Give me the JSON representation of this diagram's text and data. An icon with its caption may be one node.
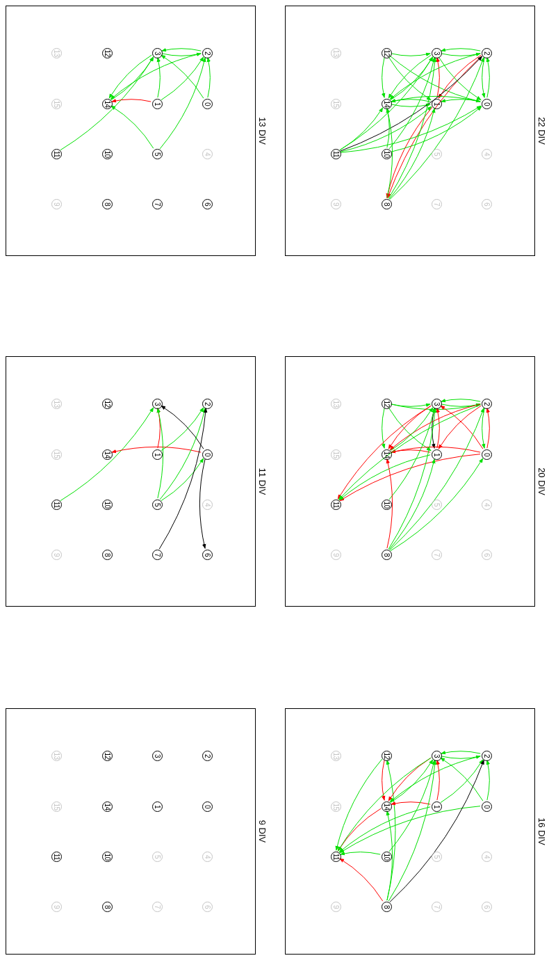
{
  "diagram": {
    "nodes": [
      {
        "text": [
          "13 DIV"
        ]
      },
      {
        "text": [
          "13"
        ],
        "in": 0
      },
      {
        "text": [
          "12"
        ],
        "in": 0
      },
      {
        "text": [
          "3"
        ],
        "in": 0
      },
      {
        "text": [
          "2"
        ],
        "in": 0
      },
      {
        "text": [
          "15"
        ],
        "in": 0
      },
      {
        "text": [
          "14"
        ],
        "in": 0
      },
      {
        "text": [
          "1"
        ],
        "in": 0
      },
      {
        "text": [
          "0"
        ],
        "in": 0
      },
      {
        "text": [
          "11"
        ],
        "in": 0
      },
      {
        "text": [
          "10"
        ],
        "in": 0
      },
      {
        "text": [
          "5"
        ],
        "in": 0
      },
      {
        "text": [
          "4"
        ],
        "in": 0
      },
      {
        "text": [
          "9"
        ],
        "in": 0
      },
      {
        "text": [
          "8"
        ],
        "in": 0
      },
      {
        "text": [
          "7"
        ],
        "in": 0
      },
      {
        "text": [
          "6"
        ],
        "in": 0
      },
      {
        "text": [
          "22 DIV"
        ]
      },
      {
        "text": [
          "13"
        ],
        "in": 17
      },
      {
        "text": [
          "12"
        ],
        "in": 17
      },
      {
        "text": [
          "3"
        ],
        "in": 17
      },
      {
        "text": [
          "2"
        ],
        "in": 17
      },
      {
        "text": [
          "15"
        ],
        "in": 17
      },
      {
        "text": [
          "14"
        ],
        "in": 17
      },
      {
        "text": [
          "1"
        ],
        "in": 17
      },
      {
        "text": [
          "0"
        ],
        "in": 17
      },
      {
        "text": [
          "11"
        ],
        "in": 17
      },
      {
        "text": [
          "10"
        ],
        "in": 17
      },
      {
        "text": [
          "5"
        ],
        "in": 17
      },
      {
        "text": [
          "4"
        ],
        "in": 17
      },
      {
        "text": [
          "9"
        ],
        "in": 17
      },
      {
        "text": [
          "8"
        ],
        "in": 17
      },
      {
        "text": [
          "7"
        ],
        "in": 17
      },
      {
        "text": [
          "6"
        ],
        "in": 17
      },
      {
        "text": [
          "11 DIV"
        ]
      },
      {
        "text": [
          "13"
        ],
        "in": 34
      },
      {
        "text": [
          "12"
        ],
        "in": 34
      },
      {
        "text": [
          "3"
        ],
        "in": 34
      },
      {
        "text": [
          "2"
        ],
        "in": 34
      },
      {
        "text": [
          "15"
        ],
        "in": 34
      },
      {
        "text": [
          "14"
        ],
        "in": 34
      },
      {
        "text": [
          "1"
        ],
        "in": 34
      },
      {
        "text": [
          "0"
        ],
        "in": 34
      },
      {
        "text": [
          "11"
        ],
        "in": 34
      },
      {
        "text": [
          "10"
        ],
        "in": 34
      },
      {
        "text": [
          "5"
        ],
        "in": 34
      },
      {
        "text": [
          "4"
        ],
        "in": 34
      },
      {
        "text": [
          "9"
        ],
        "in": 34
      },
      {
        "text": [
          "8"
        ],
        "in": 34
      },
      {
        "text": [
          "7"
        ],
        "in": 34
      },
      {
        "text": [
          "6"
        ],
        "in": 34
      },
      {
        "text": [
          "20 DIV"
        ]
      },
      {
        "text": [
          "13"
        ],
        "in": 51
      },
      {
        "text": [
          "12"
        ],
        "in": 51
      },
      {
        "text": [
          "3"
        ],
        "in": 51
      },
      {
        "text": [
          "2"
        ],
        "in": 51
      },
      {
        "text": [
          "15"
        ],
        "in": 51
      },
      {
        "text": [
          "14"
        ],
        "in": 51
      },
      {
        "text": [
          "1"
        ],
        "in": 51
      },
      {
        "text": [
          "0"
        ],
        "in": 51
      },
      {
        "text": [
          "11"
        ],
        "in": 51
      },
      {
        "text": [
          "10"
        ],
        "in": 51
      },
      {
        "text": [
          "5"
        ],
        "in": 51
      },
      {
        "text": [
          "4"
        ],
        "in": 51
      },
      {
        "text": [
          "9"
        ],
        "in": 51
      },
      {
        "text": [
          "8"
        ],
        "in": 51
      },
      {
        "text": [
          "7"
        ],
        "in": 51
      },
      {
        "text": [
          "6"
        ],
        "in": 51
      },
      {
        "text": [
          "9 DIV"
        ]
      },
      {
        "text": [
          "13"
        ],
        "in": 68
      },
      {
        "text": [
          "12"
        ],
        "in": 68
      },
      {
        "text": [
          "3"
        ],
        "in": 68
      },
      {
        "text": [
          "2"
        ],
        "in": 68
      },
      {
        "text": [
          "15"
        ],
        "in": 68
      },
      {
        "text": [
          "14"
        ],
        "in": 68
      },
      {
        "text": [
          "1"
        ],
        "in": 68
      },
      {
        "text": [
          "0"
        ],
        "in": 68
      },
      {
        "text": [
          "11"
        ],
        "in": 68
      },
      {
        "text": [
          "10"
        ],
        "in": 68
      },
      {
        "text": [
          "5"
        ],
        "in": 68
      },
      {
        "text": [
          "4"
        ],
        "in": 68
      },
      {
        "text": [
          "9"
        ],
        "in": 68
      },
      {
        "text": [
          "8"
        ],
        "in": 68
      },
      {
        "text": [
          "7"
        ],
        "in": 68
      },
      {
        "text": [
          "6"
        ],
        "in": 68
      },
      {
        "text": [
          "16 DIV"
        ]
      },
      {
        "text": [
          "13"
        ],
        "in": 85
      },
      {
        "text": [
          "12"
        ],
        "in": 85
      },
      {
        "text": [
          "3"
        ],
        "in": 85
      },
      {
        "text": [
          "2"
        ],
        "in": 85
      },
      {
        "text": [
          "15"
        ],
        "in": 85
      },
      {
        "text": [
          "14"
        ],
        "in": 85
      },
      {
        "text": [
          "1"
        ],
        "in": 85
      },
      {
        "text": [
          "0"
        ],
        "in": 85
      },
      {
        "text": [
          "11"
        ],
        "in": 85
      },
      {
        "text": [
          "10"
        ],
        "in": 85
      },
      {
        "text": [
          "5"
        ],
        "in": 85
      },
      {
        "text": [
          "4"
        ],
        "in": 85
      },
      {
        "text": [
          "9"
        ],
        "in": 85
      },
      {
        "text": [
          "8"
        ],
        "in": 85
      },
      {
        "text": [
          "7"
        ],
        "in": 85
      },
      {
        "text": [
          "6"
        ],
        "in": 85
      }
    ],
    "edges": [
      {
        "from": 3,
        "to": 4,
        "arrow": "to"
      },
      {
        "from": 4,
        "to": 3,
        "arrow": "to"
      },
      {
        "from": 9,
        "to": 3,
        "arrow": "to"
      },
      {
        "from": 6,
        "to": 3,
        "arrow": "to"
      },
      {
        "from": 3,
        "to": 6,
        "arrow": "to"
      },
      {
        "from": 4,
        "to": 6,
        "arrow": "to"
      },
      {
        "from": 7,
        "to": 3,
        "arrow": "to"
      },
      {
        "from": 7,
        "to": 4,
        "arrow": "to"
      },
      {
        "from": 8,
        "to": 3,
        "arrow": "to"
      },
      {
        "from": 8,
        "to": 4,
        "arrow": "to"
      },
      {
        "from": 7,
        "to": 6,
        "arrow": "to",
        "color": "#ff0000"
      },
      {
        "from": 11,
        "to": 6,
        "arrow": "to"
      },
      {
        "from": 11,
        "to": 4,
        "arrow": "to"
      },
      {
        "from": 19,
        "to": 20,
        "arrow": "to"
      },
      {
        "from": 19,
        "to": 25,
        "arrow": "to"
      },
      {
        "from": 19,
        "to": 24,
        "arrow": "to"
      },
      {
        "from": 19,
        "to": 23,
        "arrow": "to"
      },
      {
        "from": 20,
        "to": 21,
        "arrow": "to"
      },
      {
        "from": 21,
        "to": 20,
        "arrow": "to"
      },
      {
        "from": 21,
        "to": 25,
        "arrow": "to"
      },
      {
        "from": 25,
        "to": 21,
        "arrow": "to"
      },
      {
        "from": 24,
        "to": 20,
        "arrow": "to",
        "color": "#ff0000"
      },
      {
        "from": 21,
        "to": 24,
        "arrow": "to",
        "color": "#ff0000"
      },
      {
        "from": 21,
        "to": 31,
        "arrow": "to",
        "color": "#ff0000"
      },
      {
        "from": 24,
        "to": 31,
        "arrow": "to",
        "color": "#ff0000"
      },
      {
        "from": 20,
        "to": 25,
        "arrow": "to"
      },
      {
        "from": 21,
        "to": 23,
        "arrow": "to"
      },
      {
        "from": 20,
        "to": 23,
        "arrow": "to"
      },
      {
        "from": 23,
        "to": 20,
        "arrow": "to"
      },
      {
        "from": 23,
        "to": 24,
        "arrow": "to"
      },
      {
        "from": 24,
        "to": 23,
        "arrow": "to"
      },
      {
        "from": 25,
        "to": 23,
        "arrow": "to"
      },
      {
        "from": 25,
        "to": 24,
        "arrow": "to"
      },
      {
        "from": 26,
        "to": 23,
        "arrow": "to"
      },
      {
        "from": 26,
        "to": 20,
        "arrow": "to"
      },
      {
        "from": 26,
        "to": 24,
        "arrow": "to"
      },
      {
        "from": 26,
        "to": 25,
        "arrow": "to"
      },
      {
        "from": 26,
        "to": 21,
        "arrow": "to",
        "color": "#000000"
      },
      {
        "from": 27,
        "to": 23,
        "arrow": "to"
      },
      {
        "from": 27,
        "to": 20,
        "arrow": "to"
      },
      {
        "from": 27,
        "to": 25,
        "arrow": "to"
      },
      {
        "from": 31,
        "to": 23,
        "arrow": "to"
      },
      {
        "from": 31,
        "to": 20,
        "arrow": "to"
      },
      {
        "from": 31,
        "to": 21,
        "arrow": "to"
      },
      {
        "from": 31,
        "to": 24,
        "arrow": "to"
      },
      {
        "from": 43,
        "to": 37,
        "arrow": "to"
      },
      {
        "from": 41,
        "to": 37,
        "arrow": "to",
        "color": "#ff0000"
      },
      {
        "from": 41,
        "to": 38,
        "arrow": "to"
      },
      {
        "from": 42,
        "to": 37,
        "arrow": "to",
        "color": "#000000"
      },
      {
        "from": 42,
        "to": 40,
        "arrow": "to",
        "color": "#ff0000"
      },
      {
        "from": 42,
        "to": 50,
        "arrow": "to",
        "color": "#000000"
      },
      {
        "from": 45,
        "to": 37,
        "arrow": "to"
      },
      {
        "from": 45,
        "to": 38,
        "arrow": "to"
      },
      {
        "from": 45,
        "to": 42,
        "arrow": "to"
      },
      {
        "from": 49,
        "to": 38,
        "arrow": "to",
        "color": "#000000"
      },
      {
        "from": 53,
        "to": 55,
        "arrow": "to"
      },
      {
        "from": 53,
        "to": 54,
        "arrow": "to"
      },
      {
        "from": 53,
        "to": 57,
        "arrow": "to"
      },
      {
        "from": 53,
        "to": 58,
        "arrow": "to"
      },
      {
        "from": 54,
        "to": 55,
        "arrow": "to"
      },
      {
        "from": 55,
        "to": 54,
        "arrow": "to"
      },
      {
        "from": 54,
        "to": 58,
        "arrow": "to",
        "color": "#000000"
      },
      {
        "from": 58,
        "to": 54,
        "arrow": "to",
        "color": "#ff0000"
      },
      {
        "from": 55,
        "to": 59,
        "arrow": "to"
      },
      {
        "from": 59,
        "to": 55,
        "arrow": "to",
        "color": "#ff0000"
      },
      {
        "from": 59,
        "to": 54,
        "arrow": "to",
        "color": "#ff0000"
      },
      {
        "from": 55,
        "to": 58,
        "arrow": "to",
        "color": "#ff0000"
      },
      {
        "from": 55,
        "to": 57,
        "arrow": "to",
        "color": "#ff0000"
      },
      {
        "from": 54,
        "to": 57,
        "arrow": "to",
        "color": "#ff0000"
      },
      {
        "from": 58,
        "to": 57,
        "arrow": "to",
        "color": "#ff0000"
      },
      {
        "from": 59,
        "to": 57,
        "arrow": "to",
        "color": "#ff0000"
      },
      {
        "from": 59,
        "to": 60,
        "arrow": "to",
        "color": "#ff0000"
      },
      {
        "from": 54,
        "to": 60,
        "arrow": "to",
        "color": "#ff0000"
      },
      {
        "from": 55,
        "to": 60,
        "arrow": "to"
      },
      {
        "from": 58,
        "to": 60,
        "arrow": "to"
      },
      {
        "from": 57,
        "to": 54,
        "arrow": "to"
      },
      {
        "from": 61,
        "to": 54,
        "arrow": "to"
      },
      {
        "from": 65,
        "to": 57,
        "arrow": "to",
        "color": "#ff0000"
      },
      {
        "from": 65,
        "to": 54,
        "arrow": "to"
      },
      {
        "from": 65,
        "to": 55,
        "arrow": "to"
      },
      {
        "from": 65,
        "to": 58,
        "arrow": "to"
      },
      {
        "from": 65,
        "to": 59,
        "arrow": "to"
      },
      {
        "from": 88,
        "to": 89,
        "arrow": "to"
      },
      {
        "from": 89,
        "to": 88,
        "arrow": "to"
      },
      {
        "from": 87,
        "to": 91,
        "arrow": "to",
        "color": "#ff0000"
      },
      {
        "from": 87,
        "to": 94,
        "arrow": "to"
      },
      {
        "from": 99,
        "to": 87,
        "arrow": "to"
      },
      {
        "from": 88,
        "to": 91,
        "arrow": "to",
        "color": "#ff0000"
      },
      {
        "from": 91,
        "to": 88,
        "arrow": "to"
      },
      {
        "from": 89,
        "to": 91,
        "arrow": "to"
      },
      {
        "from": 92,
        "to": 88,
        "arrow": "to",
        "color": "#ff0000"
      },
      {
        "from": 92,
        "to": 91,
        "arrow": "to",
        "color": "#ff0000"
      },
      {
        "from": 92,
        "to": 89,
        "arrow": "to"
      },
      {
        "from": 93,
        "to": 88,
        "arrow": "to"
      },
      {
        "from": 93,
        "to": 89,
        "arrow": "to"
      },
      {
        "from": 91,
        "to": 94,
        "arrow": "to",
        "color": "#ff0000"
      },
      {
        "from": 92,
        "to": 94,
        "arrow": "to"
      },
      {
        "from": 93,
        "to": 94,
        "arrow": "to"
      },
      {
        "from": 95,
        "to": 94,
        "arrow": "to"
      },
      {
        "from": 95,
        "to": 88,
        "arrow": "to"
      },
      {
        "from": 99,
        "to": 94,
        "arrow": "to",
        "color": "#ff0000"
      },
      {
        "from": 99,
        "to": 91,
        "arrow": "to"
      },
      {
        "from": 99,
        "to": 88,
        "arrow": "to"
      },
      {
        "from": 99,
        "to": 89,
        "arrow": "to",
        "color": "#000000"
      },
      {
        "from": 88,
        "to": 94,
        "arrow": "to"
      }
    ]
  }
}
